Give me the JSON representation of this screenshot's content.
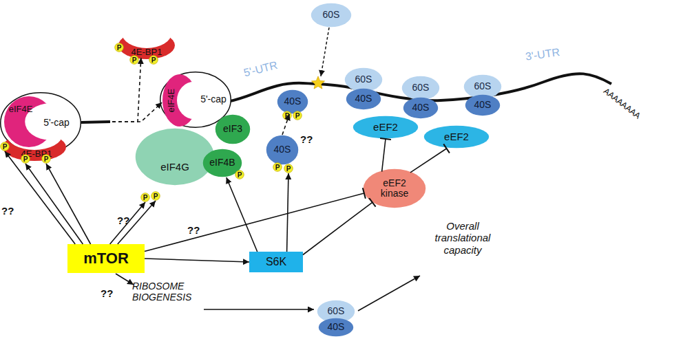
{
  "diagram": {
    "nodes": [
      {
        "text": [
          "60S"
        ]
      },
      {
        "text": [
          "4E-BP1"
        ]
      },
      {
        "text": [
          "P"
        ],
        "in": 1
      },
      {
        "text": [
          "P"
        ],
        "in": 1
      },
      {
        "text": [
          "P"
        ],
        "in": 1
      },
      {
        "text": [
          "5'-cap"
        ]
      },
      {
        "text": [
          "eIF4E"
        ],
        "in": 5
      },
      {
        "text": [
          "4E-BP1"
        ]
      },
      {
        "text": [
          "P"
        ],
        "in": 7
      },
      {
        "text": [
          "P"
        ],
        "in": 7
      },
      {
        "text": [
          "P"
        ],
        "in": 7
      },
      {
        "text": [
          "5'-cap"
        ]
      },
      {
        "text": [
          "eIF4E"
        ],
        "in": 11
      },
      {
        "text": [
          "eIF4G"
        ]
      },
      {
        "text": [
          "P"
        ],
        "in": 13
      },
      {
        "text": [
          "P"
        ],
        "in": 13
      },
      {
        "text": [
          "eIF3"
        ]
      },
      {
        "text": [
          "eIF4B"
        ]
      },
      {
        "text": [
          "P"
        ],
        "in": 17
      },
      {
        "text": [
          "40S"
        ]
      },
      {
        "text": [
          "P"
        ],
        "in": 19
      },
      {
        "text": [
          "P"
        ],
        "in": 19
      },
      {
        "text": [
          "40S"
        ]
      },
      {
        "text": [
          "P"
        ],
        "in": 22
      },
      {
        "text": [
          "P"
        ],
        "in": 22
      },
      {
        "text": [
          "60S"
        ]
      },
      {
        "text": [
          "40S"
        ]
      },
      {
        "text": [
          "60S"
        ]
      },
      {
        "text": [
          "40S"
        ]
      },
      {
        "text": [
          "60S"
        ]
      },
      {
        "text": [
          "40S"
        ]
      },
      {
        "text": [
          "eEF2"
        ]
      },
      {
        "text": [
          "eEF2"
        ]
      },
      {
        "text": [
          "eEF2 kinase"
        ]
      },
      {
        "text": [
          "mTOR"
        ]
      },
      {
        "text": [
          "S6K"
        ]
      },
      {
        "text": [
          "60S"
        ]
      },
      {
        "text": [
          "40S"
        ]
      }
    ],
    "edges": [
      {
        "from": 5,
        "to": 11,
        "arrow": "to"
      },
      {
        "from": 5,
        "to": 1,
        "arrow": "to"
      },
      {
        "from": 34,
        "to": 8,
        "arrow": "to",
        "label": "??"
      },
      {
        "from": 34,
        "to": 9,
        "arrow": "to"
      },
      {
        "from": 34,
        "to": 10,
        "arrow": "to"
      },
      {
        "from": 34,
        "to": 14,
        "arrow": "to",
        "label": "??"
      },
      {
        "from": 34,
        "to": 15,
        "arrow": "to"
      },
      {
        "from": 34,
        "to": 33,
        "arrow": "to",
        "label": "??"
      },
      {
        "from": 34,
        "to": 35,
        "arrow": "to"
      },
      {
        "from": 35,
        "to": 17,
        "arrow": "to"
      },
      {
        "from": 35,
        "to": 21,
        "arrow": "to"
      },
      {
        "from": 35,
        "to": 33,
        "arrow": "to"
      },
      {
        "from": 33,
        "to": 31,
        "arrow": "to"
      },
      {
        "from": 33,
        "to": 32,
        "arrow": "to"
      },
      {
        "from": 19,
        "to": 22,
        "arrow": "to"
      }
    ],
    "labels": [
      "5'-UTR",
      "3'-UTR",
      "AAAAAAAA",
      "??",
      "??",
      "RIBOSOME BIOGENESIS",
      "Overall translational capacity"
    ]
  }
}
